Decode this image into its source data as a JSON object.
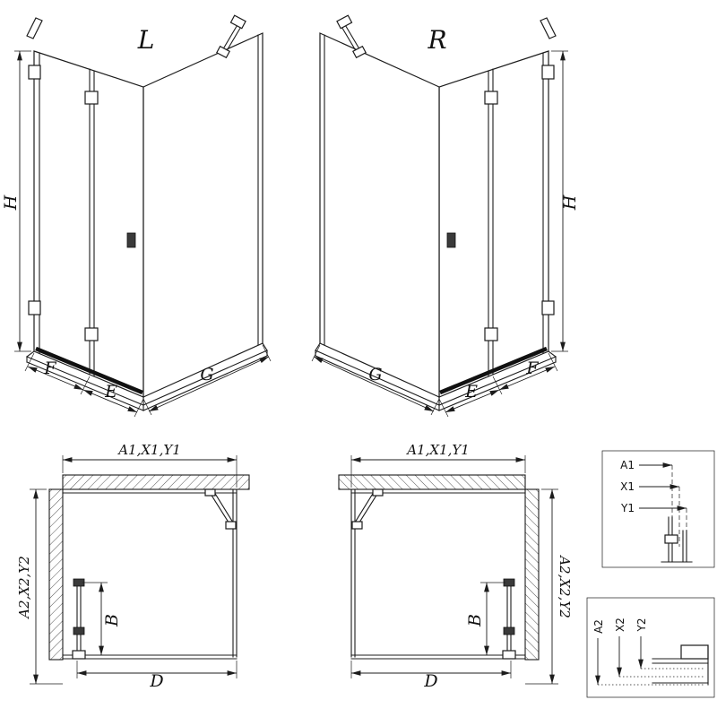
{
  "drawing": {
    "iso_left": {
      "variant_label": "L",
      "height": "H",
      "fixed_width": "F",
      "door_width": "E",
      "side_width": "G"
    },
    "iso_right": {
      "variant_label": "R",
      "height": "H",
      "fixed_width": "F",
      "door_width": "E",
      "side_width": "G"
    },
    "plan_left": {
      "width_dims": "A1,X1,Y1",
      "depth_dims": "A2,X2,Y2",
      "door_dim": "B",
      "opening_dim": "D"
    },
    "plan_right": {
      "width_dims": "A1,X1,Y1",
      "depth_dims": "A2,X2,Y2",
      "door_dim": "B",
      "opening_dim": "D"
    },
    "detail_width": {
      "labels": [
        "A1",
        "X1",
        "Y1"
      ]
    },
    "detail_depth": {
      "labels": [
        "A2",
        "X2",
        "Y2"
      ]
    }
  },
  "colors": {
    "line": "#1c1c1c",
    "background": "#ffffff"
  }
}
